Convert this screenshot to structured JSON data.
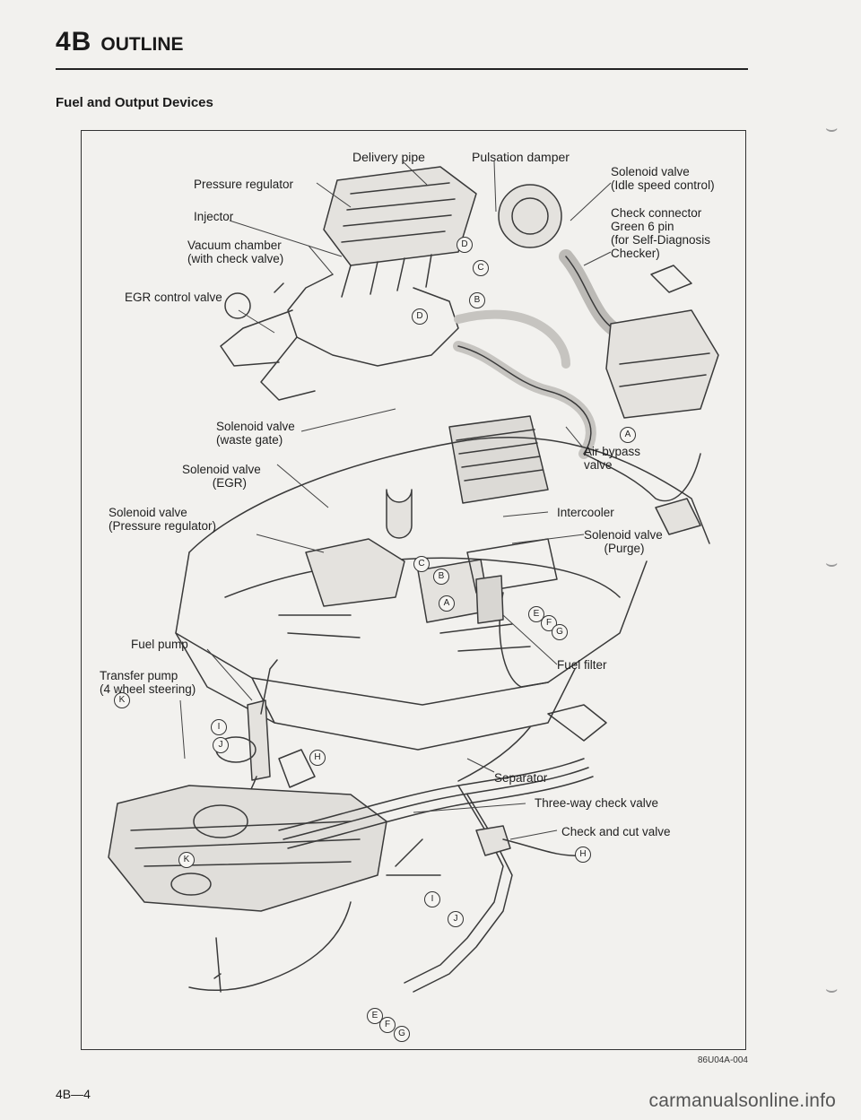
{
  "header": {
    "section_number": "4B",
    "section_name": "OUTLINE"
  },
  "subheading": "Fuel and Output Devices",
  "figure": {
    "callouts": [
      "Delivery pipe",
      "Pulsation damper",
      "Solenoid valve\n(Idle speed control)",
      "Pressure regulator",
      "Check connector\nGreen 6 pin\n(for Self-Diagnosis\nChecker)",
      "Injector",
      "Vacuum chamber\n(with check valve)",
      "EGR control valve",
      "Solenoid valve\n(waste gate)",
      "Air bypass\nvalve",
      "Solenoid valve\n         (EGR)",
      "Intercooler",
      "Solenoid valve\n(Pressure regulator)",
      "Solenoid valve\n      (Purge)",
      "Fuel pump",
      "Fuel filter",
      "Transfer pump\n(4 wheel steering)",
      "Separator",
      "Three-way check valve",
      "Check and cut valve"
    ],
    "markers": [
      "D",
      "C",
      "B",
      "D",
      "A",
      "C",
      "B",
      "A",
      "E",
      "F",
      "G",
      "K",
      "I",
      "J",
      "H",
      "K",
      "H",
      "I",
      "J",
      "E",
      "F",
      "G"
    ],
    "code": "86U04A-004"
  },
  "footer": {
    "page_number": "4B—4",
    "watermark": "carmanualsonline.info"
  }
}
